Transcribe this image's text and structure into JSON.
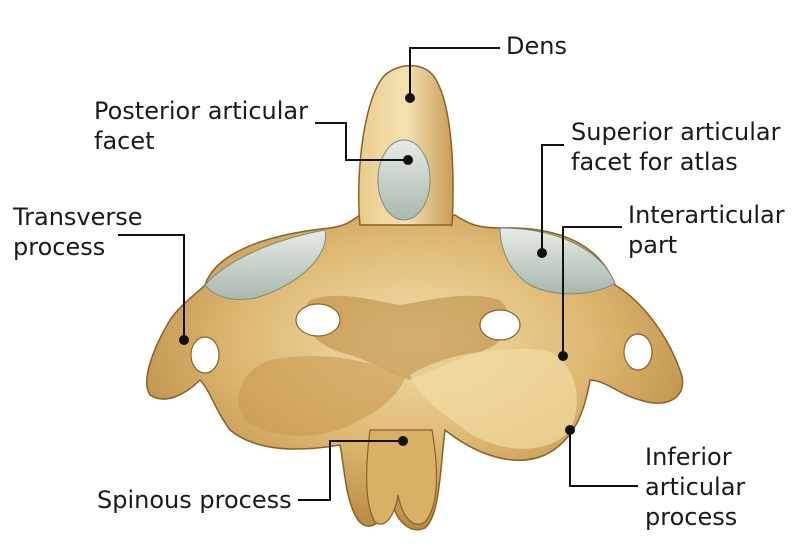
{
  "labels": {
    "dens": [
      "Dens"
    ],
    "posterior_articular_facet": [
      "Posterior articular",
      "facet"
    ],
    "superior_articular_facet": [
      "Superior articular",
      "facet for atlas"
    ],
    "transverse_process": [
      "Transverse",
      "process"
    ],
    "interarticular_part": [
      "Interarticular",
      "part"
    ],
    "inferior_articular_process": [
      "Inferior",
      "articular",
      "process"
    ],
    "spinous_process": [
      "Spinous process"
    ]
  },
  "colors": {
    "bone": "#dcb56c",
    "bone_light": "#f1dca8",
    "bone_shadow": "#a77a36",
    "facet": "#cfd8d0",
    "leader": "#111111"
  }
}
